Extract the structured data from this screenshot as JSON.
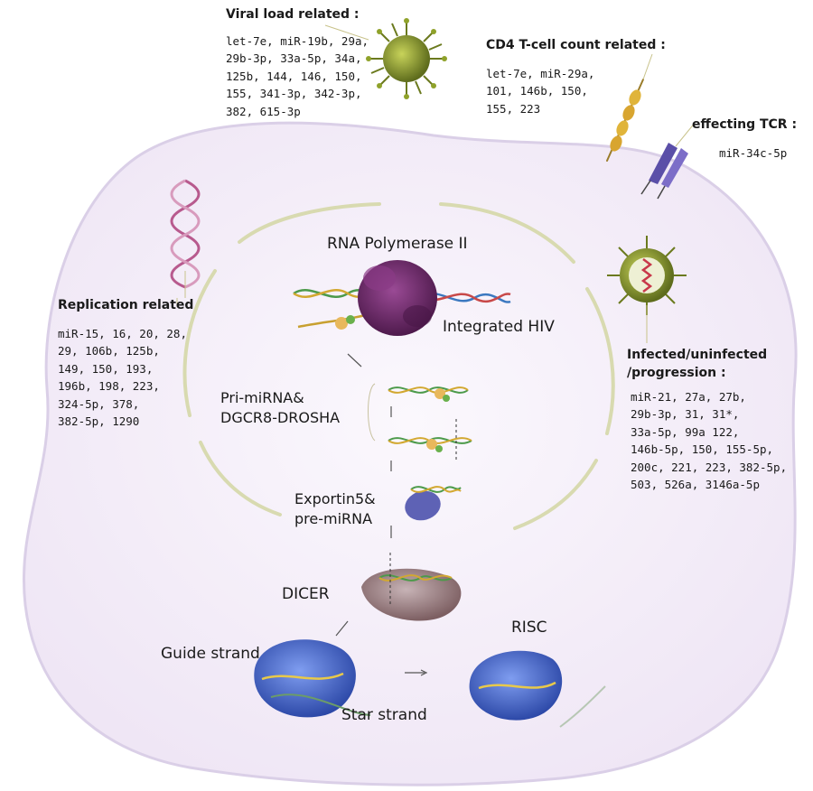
{
  "viral_load": {
    "title": "Viral load related :",
    "items": "let-7e, miR-19b, 29a,\n29b-3p, 33a-5p, 34a,\n125b, 144, 146, 150,\n155, 341-3p, 342-3p,\n382, 615-3p"
  },
  "cd4": {
    "title": "CD4 T-cell count related :",
    "items": "let-7e, miR-29a,\n101, 146b, 150,\n155, 223"
  },
  "tcr": {
    "title": "effecting TCR :",
    "items": "miR-34c-5p"
  },
  "replication": {
    "title": "Replication related",
    "items": "miR-15, 16, 20, 28,\n29, 106b, 125b,\n149, 150, 193,\n196b, 198, 223,\n324-5p, 378,\n382-5p, 1290"
  },
  "infected": {
    "title": "Infected/uninfected\n/progression :",
    "items": "miR-21, 27a, 27b,\n29b-3p, 31, 31*,\n33a-5p, 99a 122,\n146b-5p, 150, 155-5p,\n200c, 221, 223, 382-5p,\n503, 526a, 3146a-5p"
  },
  "pathway": {
    "rna_pol": "RNA Polymerase II",
    "integrated_hiv": "Integrated HIV",
    "pri_mirna": "Pri-miRNA&\nDGCR8-DROSHA",
    "exportin": "Exportin5&\npre-miRNA",
    "dicer": "DICER",
    "risc": "RISC",
    "guide_strand": "Guide strand",
    "star_strand": "Star strand"
  },
  "colors": {
    "cell_fill": "#f6f0fa",
    "cell_stroke": "#d9cde6",
    "nucleus": "#d9dcb4",
    "polymerase": "#6e2a6a",
    "dicer": "#a58a8e",
    "risc": "#3f5fc4",
    "exportin": "#5e62b5",
    "virus": "#8a9a2c"
  }
}
